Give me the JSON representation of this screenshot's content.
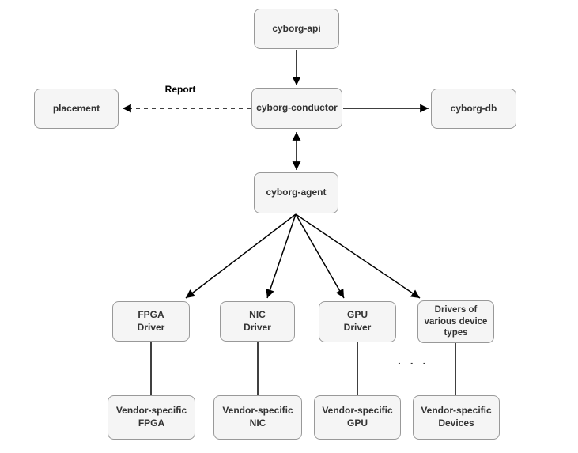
{
  "diagram": {
    "type": "architecture-diagram",
    "colors": {
      "background": "#ffffff",
      "node_fill": "#f5f5f5",
      "node_border": "#999999",
      "node_text": "#333333",
      "edge": "#000000"
    },
    "nodes": {
      "api": {
        "label": "cyborg-api"
      },
      "placement": {
        "label": "placement"
      },
      "conductor": {
        "label": "cyborg-conductor"
      },
      "db": {
        "label": "cyborg-db"
      },
      "agent": {
        "label": "cyborg-agent"
      },
      "fpga_driver": {
        "label": "FPGA\nDriver"
      },
      "nic_driver": {
        "label": "NIC\nDriver"
      },
      "gpu_driver": {
        "label": "GPU\nDriver"
      },
      "various_drivers": {
        "label": "Drivers of\nvarious device\ntypes"
      },
      "vendor_fpga": {
        "label": "Vendor-specific\nFPGA"
      },
      "vendor_nic": {
        "label": "Vendor-specific\nNIC"
      },
      "vendor_gpu": {
        "label": "Vendor-specific\nGPU"
      },
      "vendor_devices": {
        "label": "Vendor-specific\nDevices"
      }
    },
    "edge_labels": {
      "report": "Report",
      "ellipsis": ". . ."
    }
  }
}
